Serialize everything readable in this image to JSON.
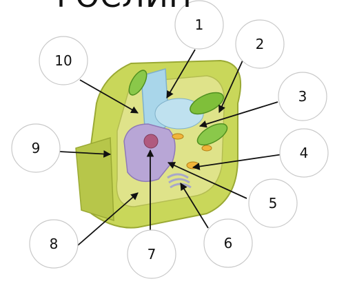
{
  "title": "РОСЛИН",
  "labels": [
    "1",
    "2",
    "3",
    "4",
    "5",
    "6",
    "7",
    "8",
    "9",
    "10"
  ],
  "colors": {
    "wall": "#c9d75a",
    "wall_dark": "#9aa934",
    "cytoplasm": "#dfe38a",
    "vacuole": "#a9d6ea",
    "chloroplast": "#7fbf3a",
    "nucleus": "#b8a6d6",
    "nucleolus": "#b05a7f",
    "mito": "#f1b43a"
  }
}
